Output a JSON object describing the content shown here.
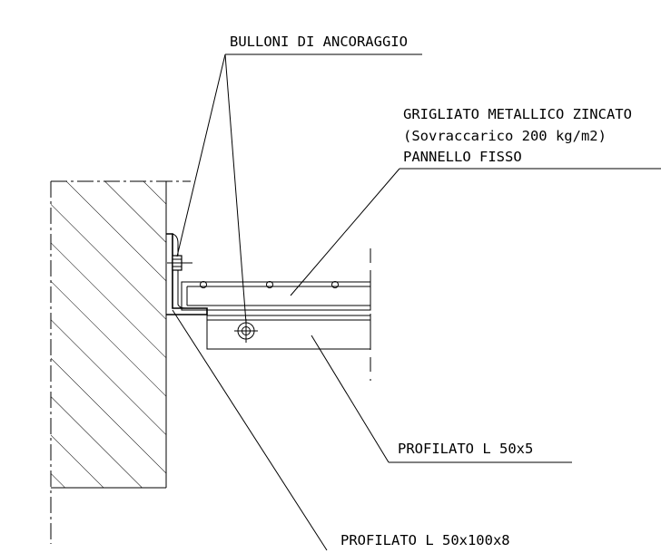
{
  "labels": {
    "anchor_bolts": "BULLONI DI ANCORAGGIO",
    "grating_line1": "GRIGLIATO METALLICO ZINCATO",
    "grating_line2": "(Sovraccarico 200 kg/m2)",
    "grating_line3": "PANNELLO FISSO",
    "profile_small": "PROFILATO L 50x5",
    "profile_large": "PROFILATO L 50x100x8"
  }
}
